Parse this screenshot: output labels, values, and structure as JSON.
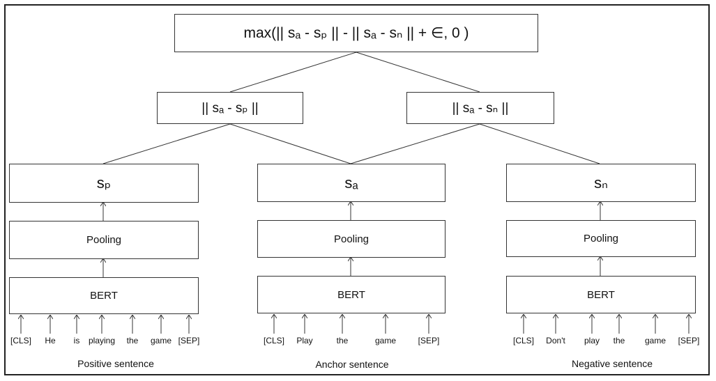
{
  "loss_formula": "max(|| sₐ - sₚ || - || sₐ - sₙ || + ∈, 0 )",
  "distances": {
    "positive": "|| sₐ - sₚ ||",
    "negative": "|| sₐ - sₙ ||"
  },
  "columns": [
    {
      "embedding": "sₚ",
      "pooling": "Pooling",
      "encoder": "BERT",
      "tokens": [
        "[CLS]",
        "He",
        "is",
        "playing",
        "the",
        "game",
        "[SEP]"
      ],
      "caption": "Positive sentence"
    },
    {
      "embedding": "sₐ",
      "pooling": "Pooling",
      "encoder": "BERT",
      "tokens": [
        "[CLS]",
        "Play",
        "the",
        "game",
        "[SEP]"
      ],
      "caption": "Anchor sentence"
    },
    {
      "embedding": "sₙ",
      "pooling": "Pooling",
      "encoder": "BERT",
      "tokens": [
        "[CLS]",
        "Don't",
        "play",
        "the",
        "game",
        "[SEP]"
      ],
      "caption": "Negative sentence"
    }
  ]
}
